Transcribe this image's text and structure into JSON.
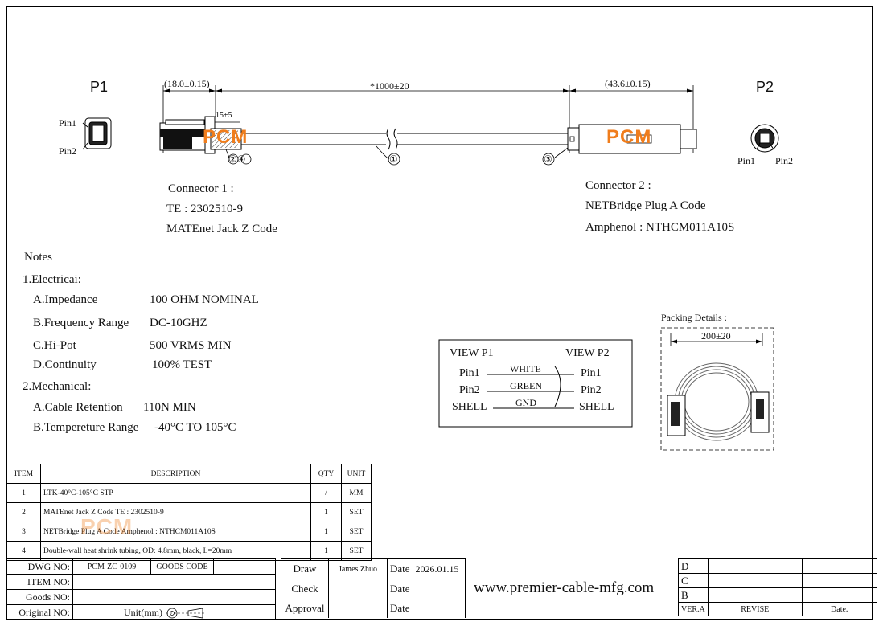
{
  "views": {
    "p1_label": "P1",
    "p2_label": "P2",
    "p1_pin1": "Pin1",
    "p1_pin2": "Pin2",
    "p2_pin1": "Pin1",
    "p2_pin2": "Pin2"
  },
  "dimensions": {
    "left": "(18.0±0.15)",
    "total": "*1000±20",
    "right": "(43.6±0.15)",
    "small": "15±5"
  },
  "balloons": {
    "b1": "①",
    "b24": "②④",
    "b3": "③"
  },
  "watermark": "PCM",
  "connector1": {
    "title": "Connector 1 :",
    "line1": "TE : 2302510-9",
    "line2": "MATEnet Jack Z Code"
  },
  "connector2": {
    "title": "Connector 2 :",
    "line1": "NETBridge Plug A Code",
    "line2": "Amphenol : NTHCM011A10S"
  },
  "notes": {
    "heading": "Notes",
    "electrical_heading": "1.Electricai:",
    "electrical": [
      {
        "label": "A.Impedance",
        "value": "100 OHM NOMINAL"
      },
      {
        "label": "B.Frequency Range",
        "value": "DC-10GHZ"
      },
      {
        "label": "C.Hi-Pot",
        "value": "500 VRMS MIN"
      },
      {
        "label": "D.Continuity",
        "value": "100% TEST"
      }
    ],
    "mechanical_heading": "2.Mechanical:",
    "mechanical": [
      {
        "label": "A.Cable Retention",
        "value": "110N MIN"
      },
      {
        "label": "B.Tempereture Range",
        "value": "-40°C TO 105°C"
      }
    ]
  },
  "wiring": {
    "view_p1": "VIEW P1",
    "view_p2": "VIEW P2",
    "rows": [
      {
        "left": "Pin1",
        "wire": "WHITE",
        "right": "Pin1"
      },
      {
        "left": "Pin2",
        "wire": "GREEN",
        "right": "Pin2"
      },
      {
        "left": "SHELL",
        "wire": "GND",
        "right": "SHELL"
      }
    ]
  },
  "packing": {
    "title": "Packing Details :",
    "dimension": "200±20"
  },
  "bom": {
    "headers": [
      "ITEM",
      "DESCRIPTION",
      "QTY",
      "UNIT"
    ],
    "rows": [
      {
        "item": "1",
        "description": "LTK-40°C-105°C STP",
        "qty": "/",
        "unit": "MM"
      },
      {
        "item": "2",
        "description": "MATEnet Jack Z Code  TE : 2302510-9",
        "qty": "1",
        "unit": "SET"
      },
      {
        "item": "3",
        "description": "NETBridge Plug A Code  Amphenol : NTHCM011A10S",
        "qty": "1",
        "unit": "SET"
      },
      {
        "item": "4",
        "description": "Double-wall heat shrink tubing, OD: 4.8mm, black, L=20mm",
        "qty": "1",
        "unit": "SET"
      }
    ]
  },
  "titleblock": {
    "dwg_label": "DWG NO:",
    "dwg_value": "PCM-ZC-0109",
    "goods_code_label": "GOODS CODE",
    "item_label": "ITEM NO:",
    "goods_label": "Goods NO:",
    "original_label": "Original NO:",
    "unit_label": "Unit(mm)",
    "draw_label": "Draw",
    "draw_name": "James Zhuo",
    "check_label": "Check",
    "approval_label": "Approval",
    "date_label": "Date",
    "draw_date": "2026.01.15",
    "website": "www.premier-cable-mfg.com",
    "rev_letters": [
      "D",
      "C",
      "B"
    ],
    "vera_label": "VER.A",
    "revise_label": "REVISE",
    "date_col_label": "Date."
  }
}
